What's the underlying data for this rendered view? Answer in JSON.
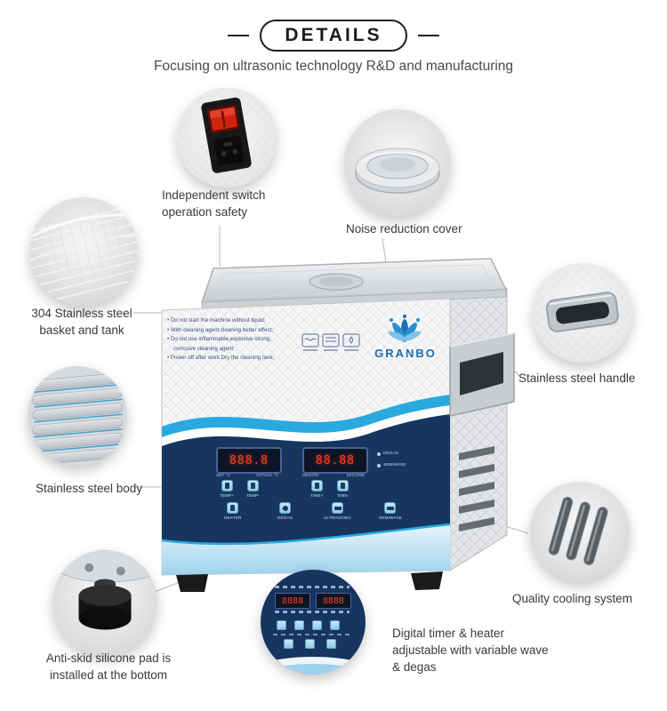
{
  "header": {
    "title": "DETAILS",
    "subtitle": "Focusing on ultrasonic technology R&D and manufacturing"
  },
  "callouts": [
    {
      "id": "switch",
      "label": "Independent switch operation safety"
    },
    {
      "id": "cover",
      "label": "Noise reduction cover"
    },
    {
      "id": "basket",
      "label": "304 Stainless steel basket and tank"
    },
    {
      "id": "handle",
      "label": "Stainless steel handle"
    },
    {
      "id": "body",
      "label": "Stainless steel body"
    },
    {
      "id": "cooling",
      "label": "Quality cooling system"
    },
    {
      "id": "pad",
      "label": "Anti-skid silicone pad is installed at the bottom"
    },
    {
      "id": "panel",
      "label": "Digital timer & heater adjustable with variable wave & degas"
    }
  ],
  "machine": {
    "brand": "GRANBO",
    "warnings": [
      "• Do not start the machine without liquid;",
      "• With cleaning agent cleaning better effect;",
      "• Do not use inflammable,explosive strong;",
      "corrosive cleaning agent;",
      "• Power off after work.Dry the cleaning tank;"
    ],
    "panel": {
      "temp_display": "888.8",
      "time_display": "88.88",
      "set_label": "SET °C",
      "actual_label": "ACTUAL °C",
      "minute_label": "MINUTE",
      "second_label": "SECOND",
      "degas_indicator": "DEGAS",
      "semiwave_indicator": "SEMIWAVE",
      "temp_plus": "TEMP+",
      "temp_minus": "TEMP-",
      "time_plus": "TIME+",
      "time_minus": "TIME-",
      "heater_label": "HEATER",
      "degas_label": "DEGAS",
      "ultrasonic_label": "ULTRASONIC",
      "semiwave_label": "SEMIWAVE"
    },
    "closeup": {
      "display_left": "8888",
      "display_right": "8888"
    }
  },
  "colors": {
    "navy": "#16355f",
    "wave_cyan": "#29a9e0",
    "light_blue": "#9fd2ec",
    "digit_red": "#ff3a20",
    "brand_blue": "#1a6fb5"
  }
}
